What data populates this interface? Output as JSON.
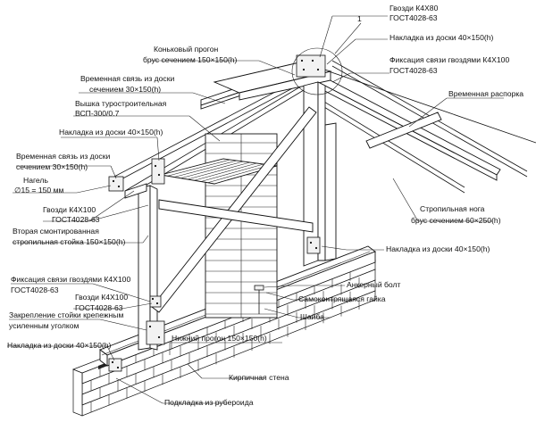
{
  "callout_number": "1",
  "labels": {
    "nails_top": "Гвозди К4Х80",
    "nails_top_gost": "ГОСТ4028-63",
    "overlay_top": "Накладка из доски 40×150(h)",
    "ridge_purlin": "Коньковый прогон",
    "ridge_purlin_size": "брус сечением 150×150(h)",
    "fix_top": "Фиксация связи гвоздями К4Х100",
    "fix_top_gost": "ГОСТ4028-63",
    "temp_tie_top": "Временная связь из доски",
    "temp_tie_top_size": "сечением 30×150(h)",
    "temp_brace": "Временная распорка",
    "tower": "Вышка туростроительная",
    "tower_model": "ВСП-300/0.7",
    "overlay_left": "Накладка из доски 40×150(h)",
    "temp_tie_left": "Временная связь из доски",
    "temp_tie_left_size": "сечением 30×150(h)",
    "dowel": "Нагель",
    "dowel_size": "∅15 = 150 мм",
    "nails_mid": "Гвозди К4Х100",
    "nails_mid_gost": "ГОСТ4028-63",
    "second_post": "Вторая смонтированная",
    "second_post_size": "стропильная стойка 150×150(h)",
    "rafter_leg": "Стропильная нога",
    "rafter_leg_size": "брус сечением 60×250(h)",
    "overlay_right": "Накладка из доски 40×150(h)",
    "fix_low": "Фиксация связи гвоздями К4Х100",
    "fix_low_gost": "ГОСТ4028-63",
    "nails_low": "Гвозди К4Х100",
    "nails_low_gost": "ГОСТ4028-63",
    "anchor_bolt": "Анкерный болт",
    "locknut": "Самоконтрящаяся гайка",
    "post_fix": "Закрепление стойки крепежным",
    "post_fix_angle": "усиленным уголком",
    "washer": "Шайба",
    "overlay_bottom": "Накладка из доски 40×150(h)",
    "lower_purlin": "Нижний прогон 150×150(h)",
    "brick_wall": "Кирпичная стена",
    "underlay": "Подкладка из рубероида"
  }
}
